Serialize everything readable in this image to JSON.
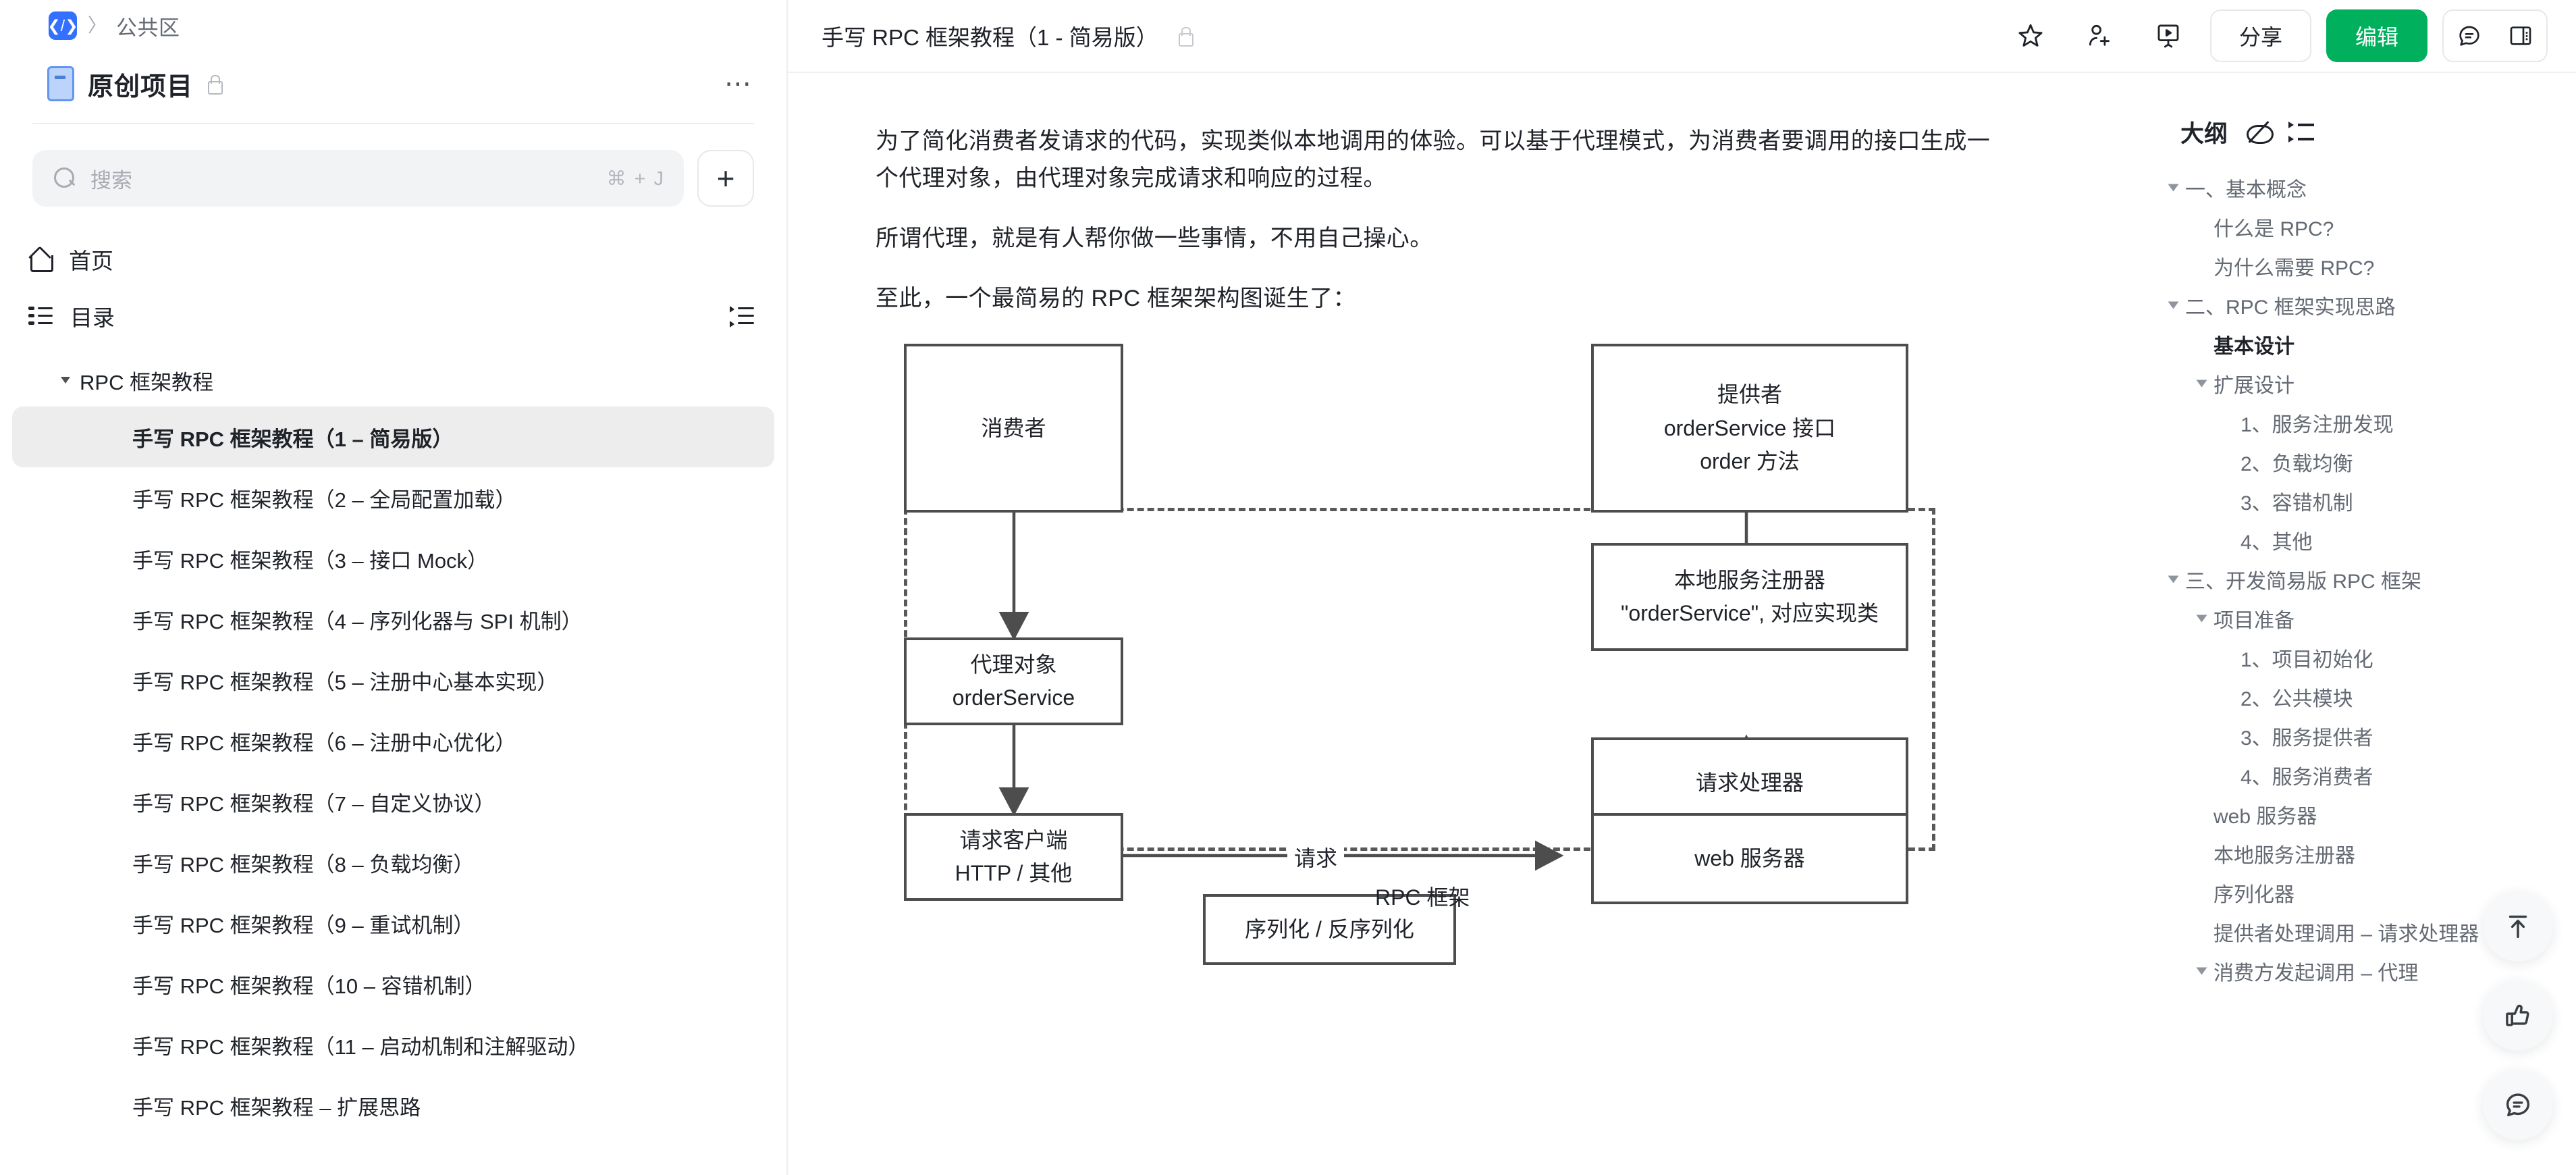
{
  "sidebar": {
    "breadcrumb": {
      "workspace": "公共区",
      "separator": "〉",
      "logo_icon": "code-brackets-logo"
    },
    "project": {
      "title": "原创项目",
      "lock_icon": "lock-icon",
      "more_icon": "more-options-icon"
    },
    "search": {
      "placeholder": "搜索",
      "shortcut": "⌘ + J",
      "icon": "search-icon"
    },
    "add_button": {
      "label": "+",
      "icon": "plus-icon"
    },
    "nav": [
      {
        "label": "首页",
        "icon": "home-icon"
      },
      {
        "label": "目录",
        "icon": "catalog-icon",
        "trailing_icon": "outline-toggle-icon"
      }
    ],
    "tree_group": {
      "label": "RPC 框架教程",
      "chevron": "chevron-down-icon"
    },
    "tree_items": [
      {
        "label": "手写 RPC 框架教程（1 – 简易版）",
        "active": true
      },
      {
        "label": "手写 RPC 框架教程（2 – 全局配置加载）",
        "active": false
      },
      {
        "label": "手写 RPC 框架教程（3 – 接口 Mock）",
        "active": false
      },
      {
        "label": "手写 RPC 框架教程（4 – 序列化器与 SPI 机制）",
        "active": false
      },
      {
        "label": "手写 RPC 框架教程（5 – 注册中心基本实现）",
        "active": false
      },
      {
        "label": "手写 RPC 框架教程（6 – 注册中心优化）",
        "active": false
      },
      {
        "label": "手写 RPC 框架教程（7 – 自定义协议）",
        "active": false
      },
      {
        "label": "手写 RPC 框架教程（8 – 负载均衡）",
        "active": false
      },
      {
        "label": "手写 RPC 框架教程（9 – 重试机制）",
        "active": false
      },
      {
        "label": "手写 RPC 框架教程（10 – 容错机制）",
        "active": false
      },
      {
        "label": "手写 RPC 框架教程（11 – 启动机制和注解驱动）",
        "active": false
      },
      {
        "label": "手写 RPC 框架教程 – 扩展思路",
        "active": false
      }
    ]
  },
  "topbar": {
    "doc_title": "手写 RPC 框架教程（1 - 简易版）",
    "lock_icon": "lock-icon",
    "star_icon": "star-icon",
    "add_member_icon": "add-member-icon",
    "present_icon": "presentation-icon",
    "share_label": "分享",
    "edit_label": "编辑",
    "comment_icon": "comment-icon",
    "panel_icon": "side-panel-icon",
    "primary_color": "#00b05c"
  },
  "doc": {
    "paragraphs": [
      "为了简化消费者发请求的代码，实现类似本地调用的体验。可以基于代理模式，为消费者要调用的接口生成一个代理对象，由代理对象完成请求和响应的过程。",
      "所谓代理，就是有人帮你做一些事情，不用自己操心。",
      "至此，一个最简易的 RPC 框架架构图诞生了："
    ],
    "diagram": {
      "caption": "RPC 框架",
      "edge_label_request": "请求",
      "boxes": {
        "consumer": "消费者",
        "proxy_line1": "代理对象",
        "proxy_line2": "orderService",
        "request_client_line1": "请求客户端",
        "request_client_line2": "HTTP / 其他",
        "serialization": "序列化 / 反序列化",
        "provider_line1": "提供者",
        "provider_line2": "orderService 接口",
        "provider_line3": "order 方法",
        "local_registry_line1": "本地服务注册器",
        "local_registry_line2": "\"orderService\", 对应实现类",
        "request_handler": "请求处理器",
        "web_server": "web 服务器"
      }
    }
  },
  "outline": {
    "title": "大纲",
    "eye_icon": "eye-off-icon",
    "collapse_icon": "collapse-all-icon",
    "items": [
      {
        "label": "一、基本概念",
        "level": 0,
        "carat": true,
        "active": false
      },
      {
        "label": "什么是 RPC?",
        "level": 1,
        "carat": false,
        "active": false
      },
      {
        "label": "为什么需要 RPC?",
        "level": 1,
        "carat": false,
        "active": false
      },
      {
        "label": "二、RPC 框架实现思路",
        "level": 0,
        "carat": true,
        "active": false
      },
      {
        "label": "基本设计",
        "level": 1,
        "carat": false,
        "active": true
      },
      {
        "label": "扩展设计",
        "level": 1,
        "carat": true,
        "active": false
      },
      {
        "label": "1、服务注册发现",
        "level": 2,
        "carat": false,
        "active": false
      },
      {
        "label": "2、负载均衡",
        "level": 2,
        "carat": false,
        "active": false
      },
      {
        "label": "3、容错机制",
        "level": 2,
        "carat": false,
        "active": false
      },
      {
        "label": "4、其他",
        "level": 2,
        "carat": false,
        "active": false
      },
      {
        "label": "三、开发简易版 RPC 框架",
        "level": 0,
        "carat": true,
        "active": false
      },
      {
        "label": "项目准备",
        "level": 1,
        "carat": true,
        "active": false
      },
      {
        "label": "1、项目初始化",
        "level": 2,
        "carat": false,
        "active": false
      },
      {
        "label": "2、公共模块",
        "level": 2,
        "carat": false,
        "active": false
      },
      {
        "label": "3、服务提供者",
        "level": 2,
        "carat": false,
        "active": false
      },
      {
        "label": "4、服务消费者",
        "level": 2,
        "carat": false,
        "active": false
      },
      {
        "label": "web 服务器",
        "level": 1,
        "carat": false,
        "active": false
      },
      {
        "label": "本地服务注册器",
        "level": 1,
        "carat": false,
        "active": false
      },
      {
        "label": "序列化器",
        "level": 1,
        "carat": false,
        "active": false
      },
      {
        "label": "提供者处理调用 – 请求处理器",
        "level": 1,
        "carat": false,
        "active": false
      },
      {
        "label": "消费方发起调用 – 代理",
        "level": 1,
        "carat": true,
        "active": false
      }
    ],
    "fabs": [
      {
        "icon": "back-to-top-icon"
      },
      {
        "icon": "thumbs-up-icon"
      },
      {
        "icon": "comment-bubble-icon"
      }
    ]
  }
}
